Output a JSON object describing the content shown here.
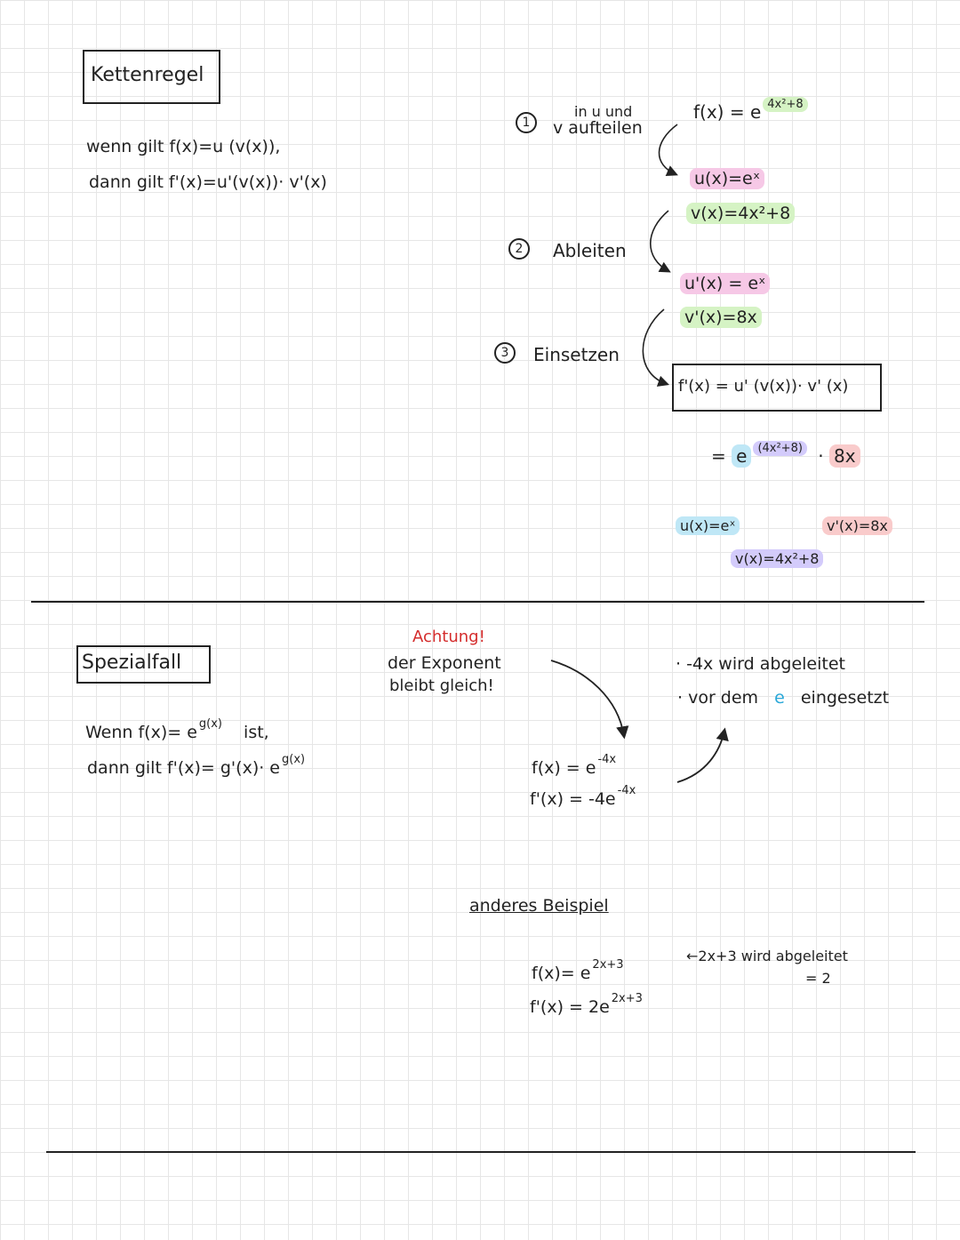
{
  "top": {
    "title": "Kettenregel",
    "rule_line1": "wenn gilt f(x)=u (v(x)),",
    "rule_line2": "dann gilt f'(x)=u'(v(x))· v'(x)",
    "step1_num": "1",
    "step1_line1": "in u und",
    "step1_line2": "v aufteilen",
    "step2_num": "2",
    "step2_label": "Ableiten",
    "step3_num": "3",
    "step3_label": "Einsetzen",
    "f_prefix": "f(x) = e",
    "f_exp": "4x²+8",
    "u_def": "u(x)=eˣ",
    "v_def": "v(x)=4x²+8",
    "u_prime": "u'(x) = eˣ",
    "v_prime": "v'(x)=8x",
    "formula": "f'(x) = u' (v(x))· v' (x)",
    "result_eq": "=",
    "result_e": "e",
    "result_exp": "(4x²+8)",
    "result_dot": "·",
    "result_8x": "8x",
    "leg_u": "u(x)=eˣ",
    "leg_v1": "v'(x)=8x",
    "leg_v": "v(x)=4x²+8"
  },
  "bottom": {
    "title": "Spezialfall",
    "rule_w1": "Wenn f(x)= e",
    "rule_e1": "g(x)",
    "rule_w1b": "ist,",
    "rule_w2": "dann gilt f'(x)= g'(x)· e",
    "rule_e2": "g(x)",
    "warn_title": "Achtung!",
    "warn_line1": "der Exponent",
    "warn_line2": "bleibt gleich!",
    "ex1_f": "f(x) = e",
    "ex1_f_exp": "-4x",
    "ex1_fp": "f'(x) = -4e",
    "ex1_fp_exp": "-4x",
    "note1": "· -4x wird abgeleitet",
    "note2a": "· vor dem",
    "note2b": "e",
    "note2c": "eingesetzt",
    "other_title": "anderes Beispiel",
    "ex2_f": "f(x)= e",
    "ex2_f_exp": "2x+3",
    "ex2_fp": "f'(x) = 2e",
    "ex2_fp_exp": "2x+3",
    "note3a": "←2x+3 wird abgeleitet",
    "note3b": "= 2"
  }
}
